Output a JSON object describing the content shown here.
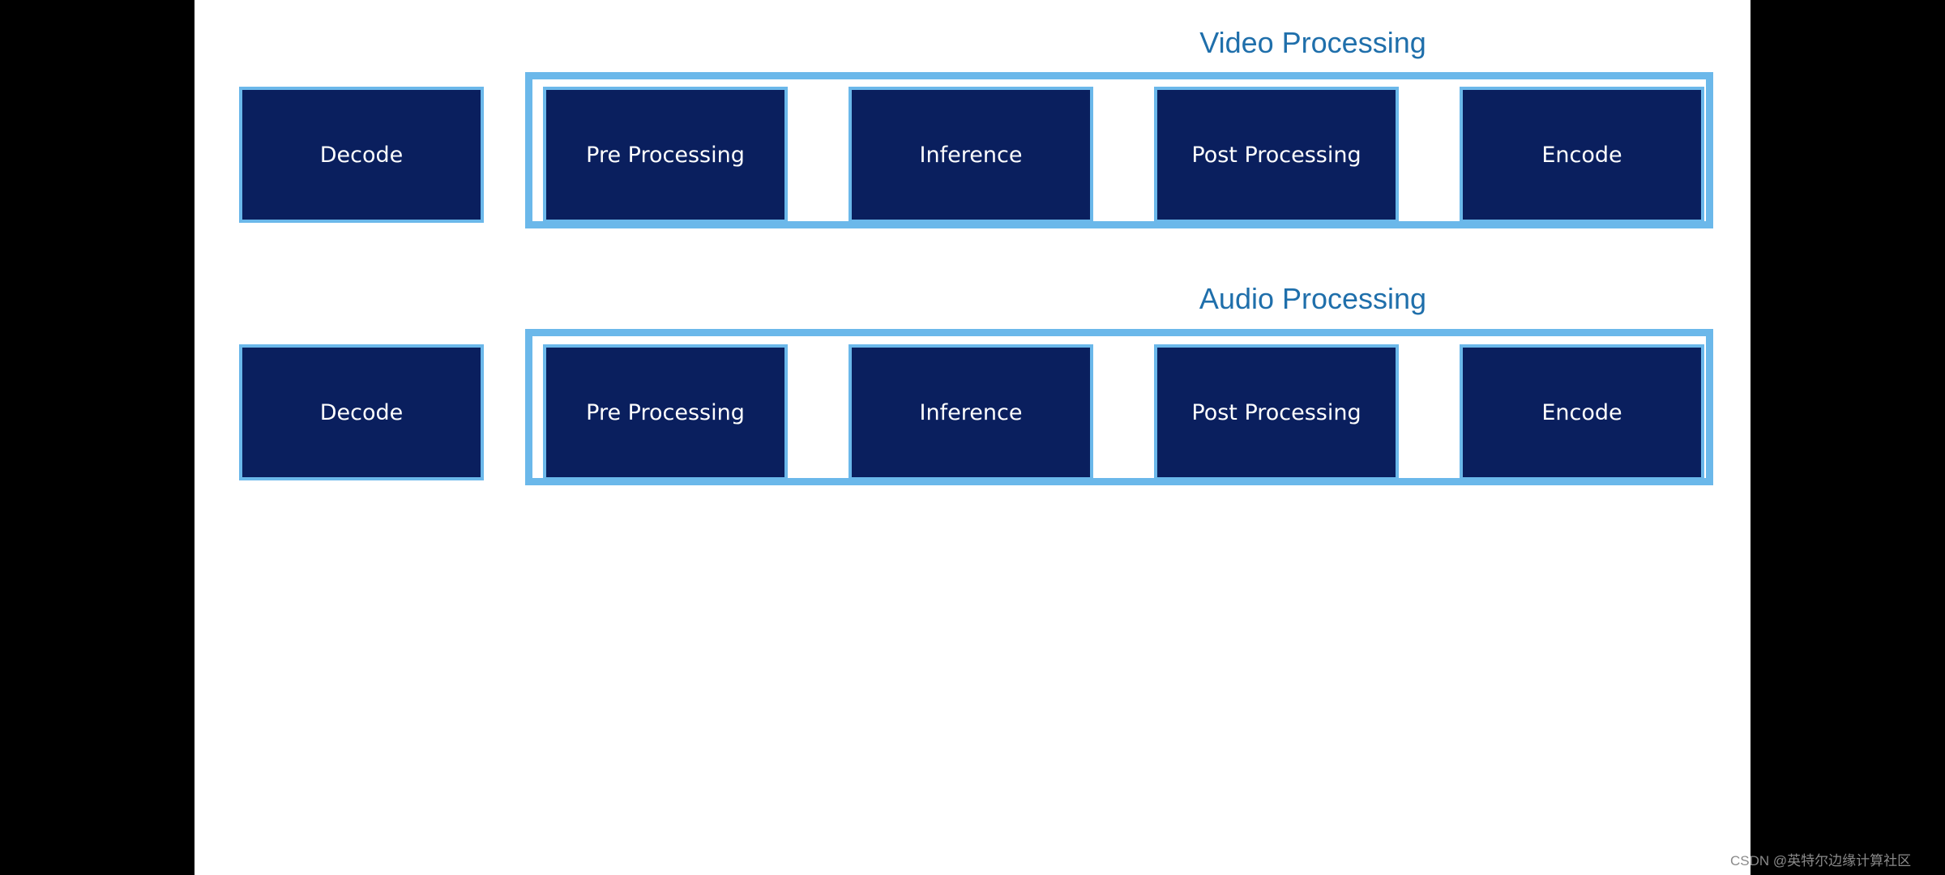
{
  "video_group": {
    "title": "Video Processing",
    "decode": "Decode",
    "stages": [
      "Pre Processing",
      "Inference",
      "Post Processing",
      "Encode"
    ]
  },
  "audio_group": {
    "title": "Audio Processing",
    "decode": "Decode",
    "stages": [
      "Pre Processing",
      "Inference",
      "Post Processing",
      "Encode"
    ]
  },
  "watermark": "CSDN @英特尔边缘计算社区",
  "colors": {
    "block_fill": "#0a1f5e",
    "block_border": "#6bb8ea",
    "frame_border": "#6bb8ea",
    "title_text": "#1f6fab"
  }
}
